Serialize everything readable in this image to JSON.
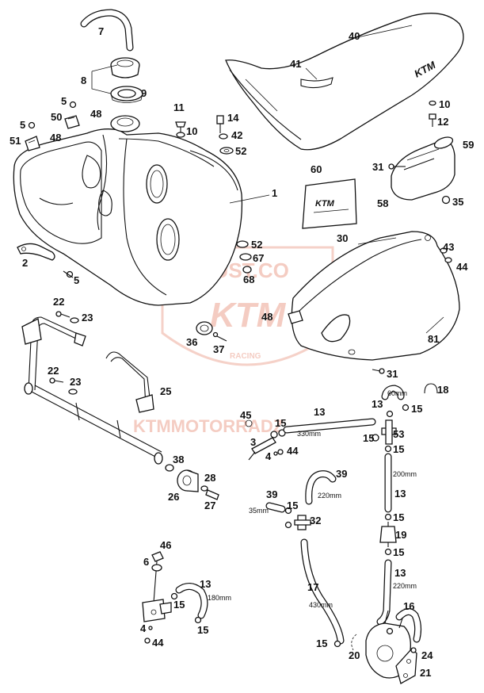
{
  "watermark": {
    "top_text": "DUUST.CO",
    "logo_text": "KTM",
    "sub_text": "RACING",
    "bottom_text": "KTMMOTORRADZ"
  },
  "callouts": {
    "p7": "7",
    "p40": "40",
    "p41": "41",
    "p8": "8",
    "p9": "9",
    "p5a": "5",
    "p48a": "48",
    "p50": "50",
    "p5b": "5",
    "p51": "51",
    "p48b": "48",
    "p11": "11",
    "p10a": "10",
    "p14": "14",
    "p42": "42",
    "p52a": "52",
    "p10b": "10",
    "p12": "12",
    "p1": "1",
    "p59": "59",
    "p60": "60",
    "p31a": "31",
    "p58": "58",
    "p35": "35",
    "p2": "2",
    "p5c": "5",
    "p30": "30",
    "p52b": "52",
    "p67": "67",
    "p68": "68",
    "p43": "43",
    "p44a": "44",
    "p22a": "22",
    "p23a": "23",
    "p48c": "48",
    "p36": "36",
    "p37": "37",
    "p81": "81",
    "p22b": "22",
    "p23b": "23",
    "p25": "25",
    "p31b": "31",
    "p18": "18",
    "p13a": "13",
    "p45": "45",
    "p15a": "15",
    "p13b": "13",
    "p15b": "15",
    "p3": "3",
    "p4a": "4",
    "p44b": "44",
    "p15c": "15",
    "p53": "53",
    "p15d": "15",
    "p38": "38",
    "p26": "26",
    "p28": "28",
    "p27": "27",
    "p39a": "39",
    "p39b": "39",
    "p13c": "13",
    "p15e": "15",
    "p32": "32",
    "p19": "19",
    "p15f": "15",
    "p15g": "15",
    "p46": "46",
    "p6": "6",
    "p13d": "13",
    "p17": "17",
    "p13e": "13",
    "p15h": "15",
    "p15i": "15",
    "p4b": "4",
    "p44c": "44",
    "p16": "16",
    "p15j": "15",
    "p20": "20",
    "p24": "24",
    "p21": "21"
  },
  "dimensions": {
    "d60": "60mm",
    "d330": "330mm",
    "d200": "200mm",
    "d220a": "220mm",
    "d35": "35mm",
    "d220b": "220mm",
    "d180": "180mm",
    "d430": "430mm"
  }
}
